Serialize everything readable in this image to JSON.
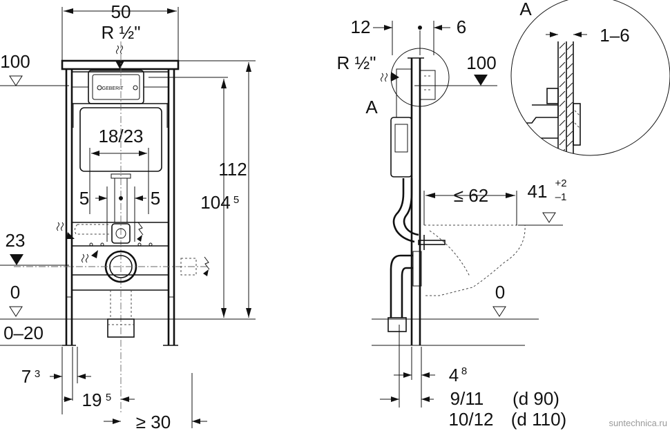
{
  "front_view": {
    "width_label": "50",
    "thread_label": "R ½\"",
    "level_100": "100",
    "flush_plate": "GEBERIT",
    "height_112": "112",
    "height_104": "104",
    "height_104_sup": "5",
    "range_18_23": "18/23",
    "offset_left": "5",
    "offset_right": "5",
    "level_23": "23",
    "floor_0": "0",
    "floor_range": "0–20",
    "dim_7": "7",
    "dim_7_sup": "3",
    "dim_19": "19",
    "dim_19_sup": "5",
    "dim_30": "≥ 30"
  },
  "side_view": {
    "dim_12": "12",
    "dim_6": "6",
    "thread_label": "R ½\"",
    "level_100": "100",
    "detail_ref": "A",
    "depth_62": "≤ 62",
    "height_41": "41",
    "tol_plus": "+2",
    "tol_minus": "–1",
    "floor_0": "0",
    "dim_4": "4",
    "dim_4_sup": "8",
    "dim_9_11": "9/11",
    "d90": "(d 90)",
    "dim_10_12": "10/12",
    "d110": "(d 110)"
  },
  "detail": {
    "label": "A",
    "wall_range": "1–6"
  },
  "watermark": "suntechnica.ru"
}
